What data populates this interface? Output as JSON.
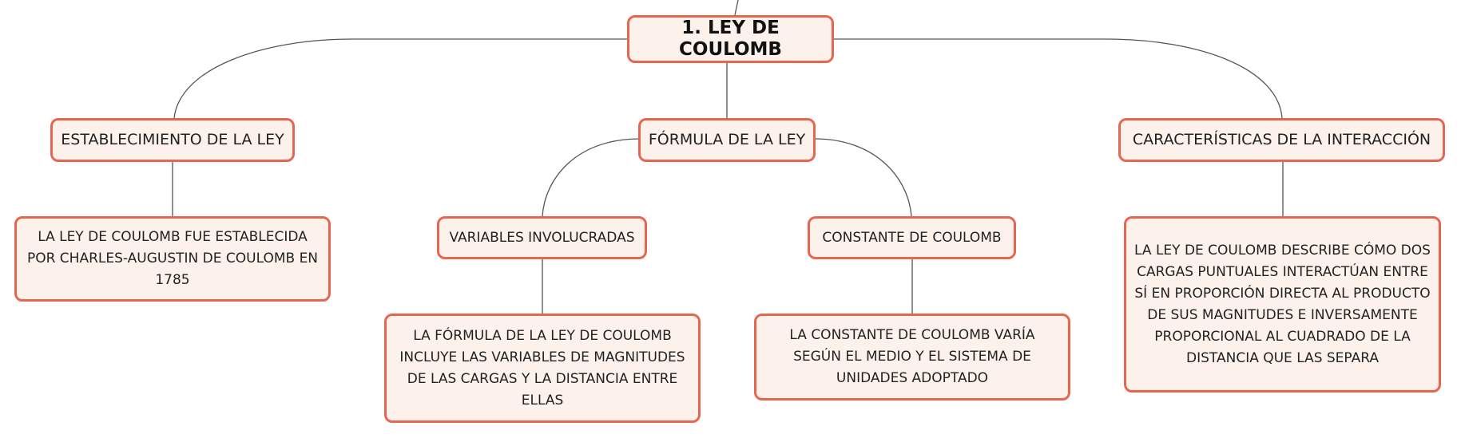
{
  "colors": {
    "node_border": "#e8654f",
    "node_fill": "#fdf1ec",
    "connector": "#555555",
    "text": "#222222"
  },
  "diagram": {
    "root": {
      "label": "1. LEY DE COULOMB"
    },
    "establecimiento": {
      "label": "ESTABLECIMIENTO DE LA LEY",
      "detail": "LA LEY DE COULOMB FUE ESTABLECIDA POR CHARLES-AUGUSTIN DE COULOMB EN 1785"
    },
    "formula": {
      "label": "FÓRMULA DE LA LEY",
      "variables": {
        "label": "VARIABLES INVOLUCRADAS",
        "detail": "LA FÓRMULA DE LA LEY DE COULOMB INCLUYE LAS VARIABLES DE MAGNITUDES DE LAS CARGAS Y LA DISTANCIA ENTRE ELLAS"
      },
      "constante": {
        "label": "CONSTANTE DE COULOMB",
        "detail": "LA CONSTANTE DE COULOMB VARÍA SEGÚN EL MEDIO Y EL SISTEMA DE UNIDADES ADOPTADO"
      }
    },
    "caracteristicas": {
      "label": "CARACTERÍSTICAS DE LA INTERACCIÓN",
      "detail": "LA LEY DE COULOMB DESCRIBE CÓMO DOS CARGAS PUNTUALES INTERACTÚAN ENTRE SÍ EN PROPORCIÓN DIRECTA AL PRODUCTO DE SUS MAGNITUDES E INVERSAMENTE PROPORCIONAL AL CUADRADO DE LA DISTANCIA QUE LAS SEPARA"
    }
  }
}
